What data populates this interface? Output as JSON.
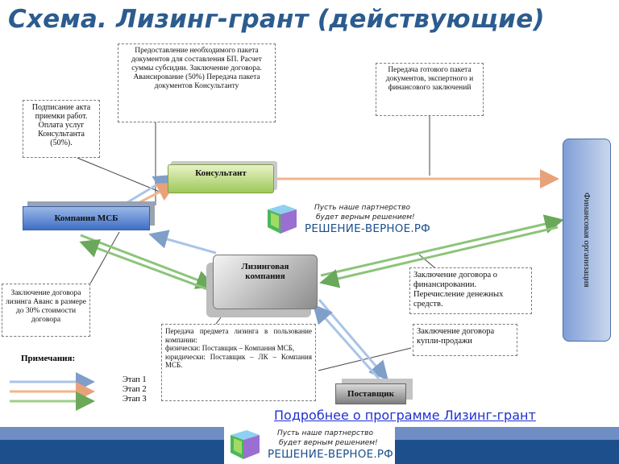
{
  "title": "Схема. Лизинг-грант (действующие)",
  "nodes": {
    "msb": "Компания МСБ",
    "consultant": "Консультант",
    "leasing": "Лизинговая компания",
    "supplier": "Поставщик",
    "financial": "Финансовая организация"
  },
  "annotations": {
    "docs_package": "Предоставление необходимого пакета документов для составления БП. Расчет суммы субсидии. Заключение договора. Авансирование (50%) Передача пакета документов Консультанту",
    "act_signing": "Подписание акта приемки работ. Оплата услуг Консультанта (50%).",
    "ready_package": "Передача готового пакета документов, экспертного и финансового заключений",
    "leasing_contract": "Заключение договора лизинга Аванс в размере до 30% стоимости договора",
    "finance_contract": "Заключение договора о финансировании. Перечисление денежных средств.",
    "transfer_line1": "Передача предмета лизинга в пользование компании:",
    "transfer_line2": "физически: Поставщик – Компания МСБ,",
    "transfer_line3": "юридически: Поставщик – ЛК – Компания МСБ.",
    "purchase_contract": "Заключение договора купли-продажи"
  },
  "legend": {
    "title": "Примечания:",
    "stages": [
      {
        "label": "Этап 1",
        "color": "#a9c4e8"
      },
      {
        "label": "Этап 2",
        "color": "#f2b48c"
      },
      {
        "label": "Этап 3",
        "color": "#9ccf8a"
      }
    ]
  },
  "link_text": "Подробнее о программе Лизинг-грант",
  "logo": {
    "slogan_line1": "Пусть наше партнерство",
    "slogan_line2": "будет верным решением!",
    "brand": "РЕШЕНИЕ-ВЕРНОЕ.РФ"
  },
  "colors": {
    "title": "#2c5c8f",
    "stage1": "#a9c4e8",
    "stage2": "#f2b48c",
    "stage3": "#9ccf8a",
    "bar_top": "#6f8fc4",
    "bar_bottom": "#1c4f8c"
  }
}
